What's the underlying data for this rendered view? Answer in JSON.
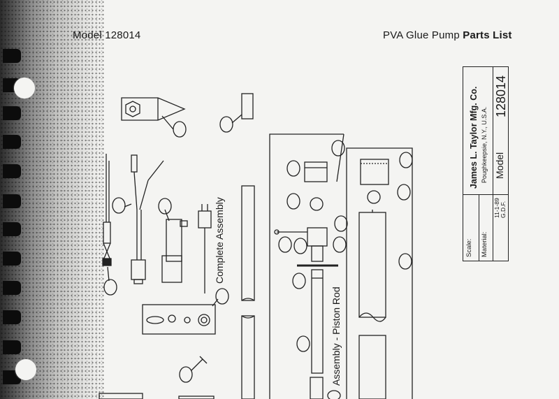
{
  "header": {
    "model_label": "Model 128014",
    "product_name": "PVA Glue Pump",
    "parts_list": "Parts List"
  },
  "title_block": {
    "company": "James L. Taylor Mfg. Co.",
    "location": "Poughkeepsie, N.Y., U.S.A.",
    "model_word": "Model",
    "model_number": "128014",
    "scale_label": "Scale:",
    "material_label": "Material:",
    "date": "11-1-89",
    "drafter": "G.D.F."
  },
  "drawing": {
    "complete_assembly": "Complete Assembly",
    "piston_rod_assembly": "Assembly - Piston Rod"
  }
}
